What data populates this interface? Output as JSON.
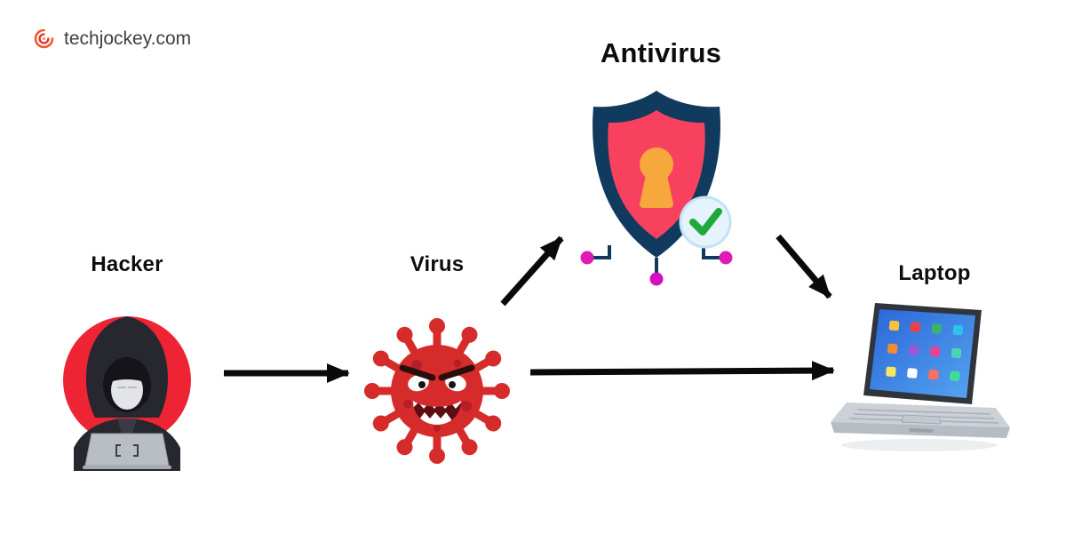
{
  "brand": {
    "name": "techjockey.com"
  },
  "nodes": {
    "hacker": {
      "label": "Hacker"
    },
    "virus": {
      "label": "Virus"
    },
    "antivirus": {
      "label": "Antivirus"
    },
    "laptop": {
      "label": "Laptop"
    }
  },
  "edges": [
    {
      "from": "hacker",
      "to": "virus"
    },
    {
      "from": "virus",
      "to": "antivirus"
    },
    {
      "from": "virus",
      "to": "laptop"
    },
    {
      "from": "antivirus",
      "to": "laptop"
    }
  ],
  "colors": {
    "background": "#ffffff",
    "arrow": "#0a0a0a",
    "hacker_circle_red": "#ee2434",
    "virus_red": "#d62b2b",
    "shield_navy": "#103a5e",
    "shield_pink": "#f8415f",
    "keyhole_orange": "#f6a83c",
    "check_green": "#1fa83c",
    "circuit_dot_magenta": "#e01ab4",
    "laptop_screen_blue": "#2a66d8",
    "brand_logo_orange": "#f05a28",
    "brand_text": "#3f3f3f"
  }
}
